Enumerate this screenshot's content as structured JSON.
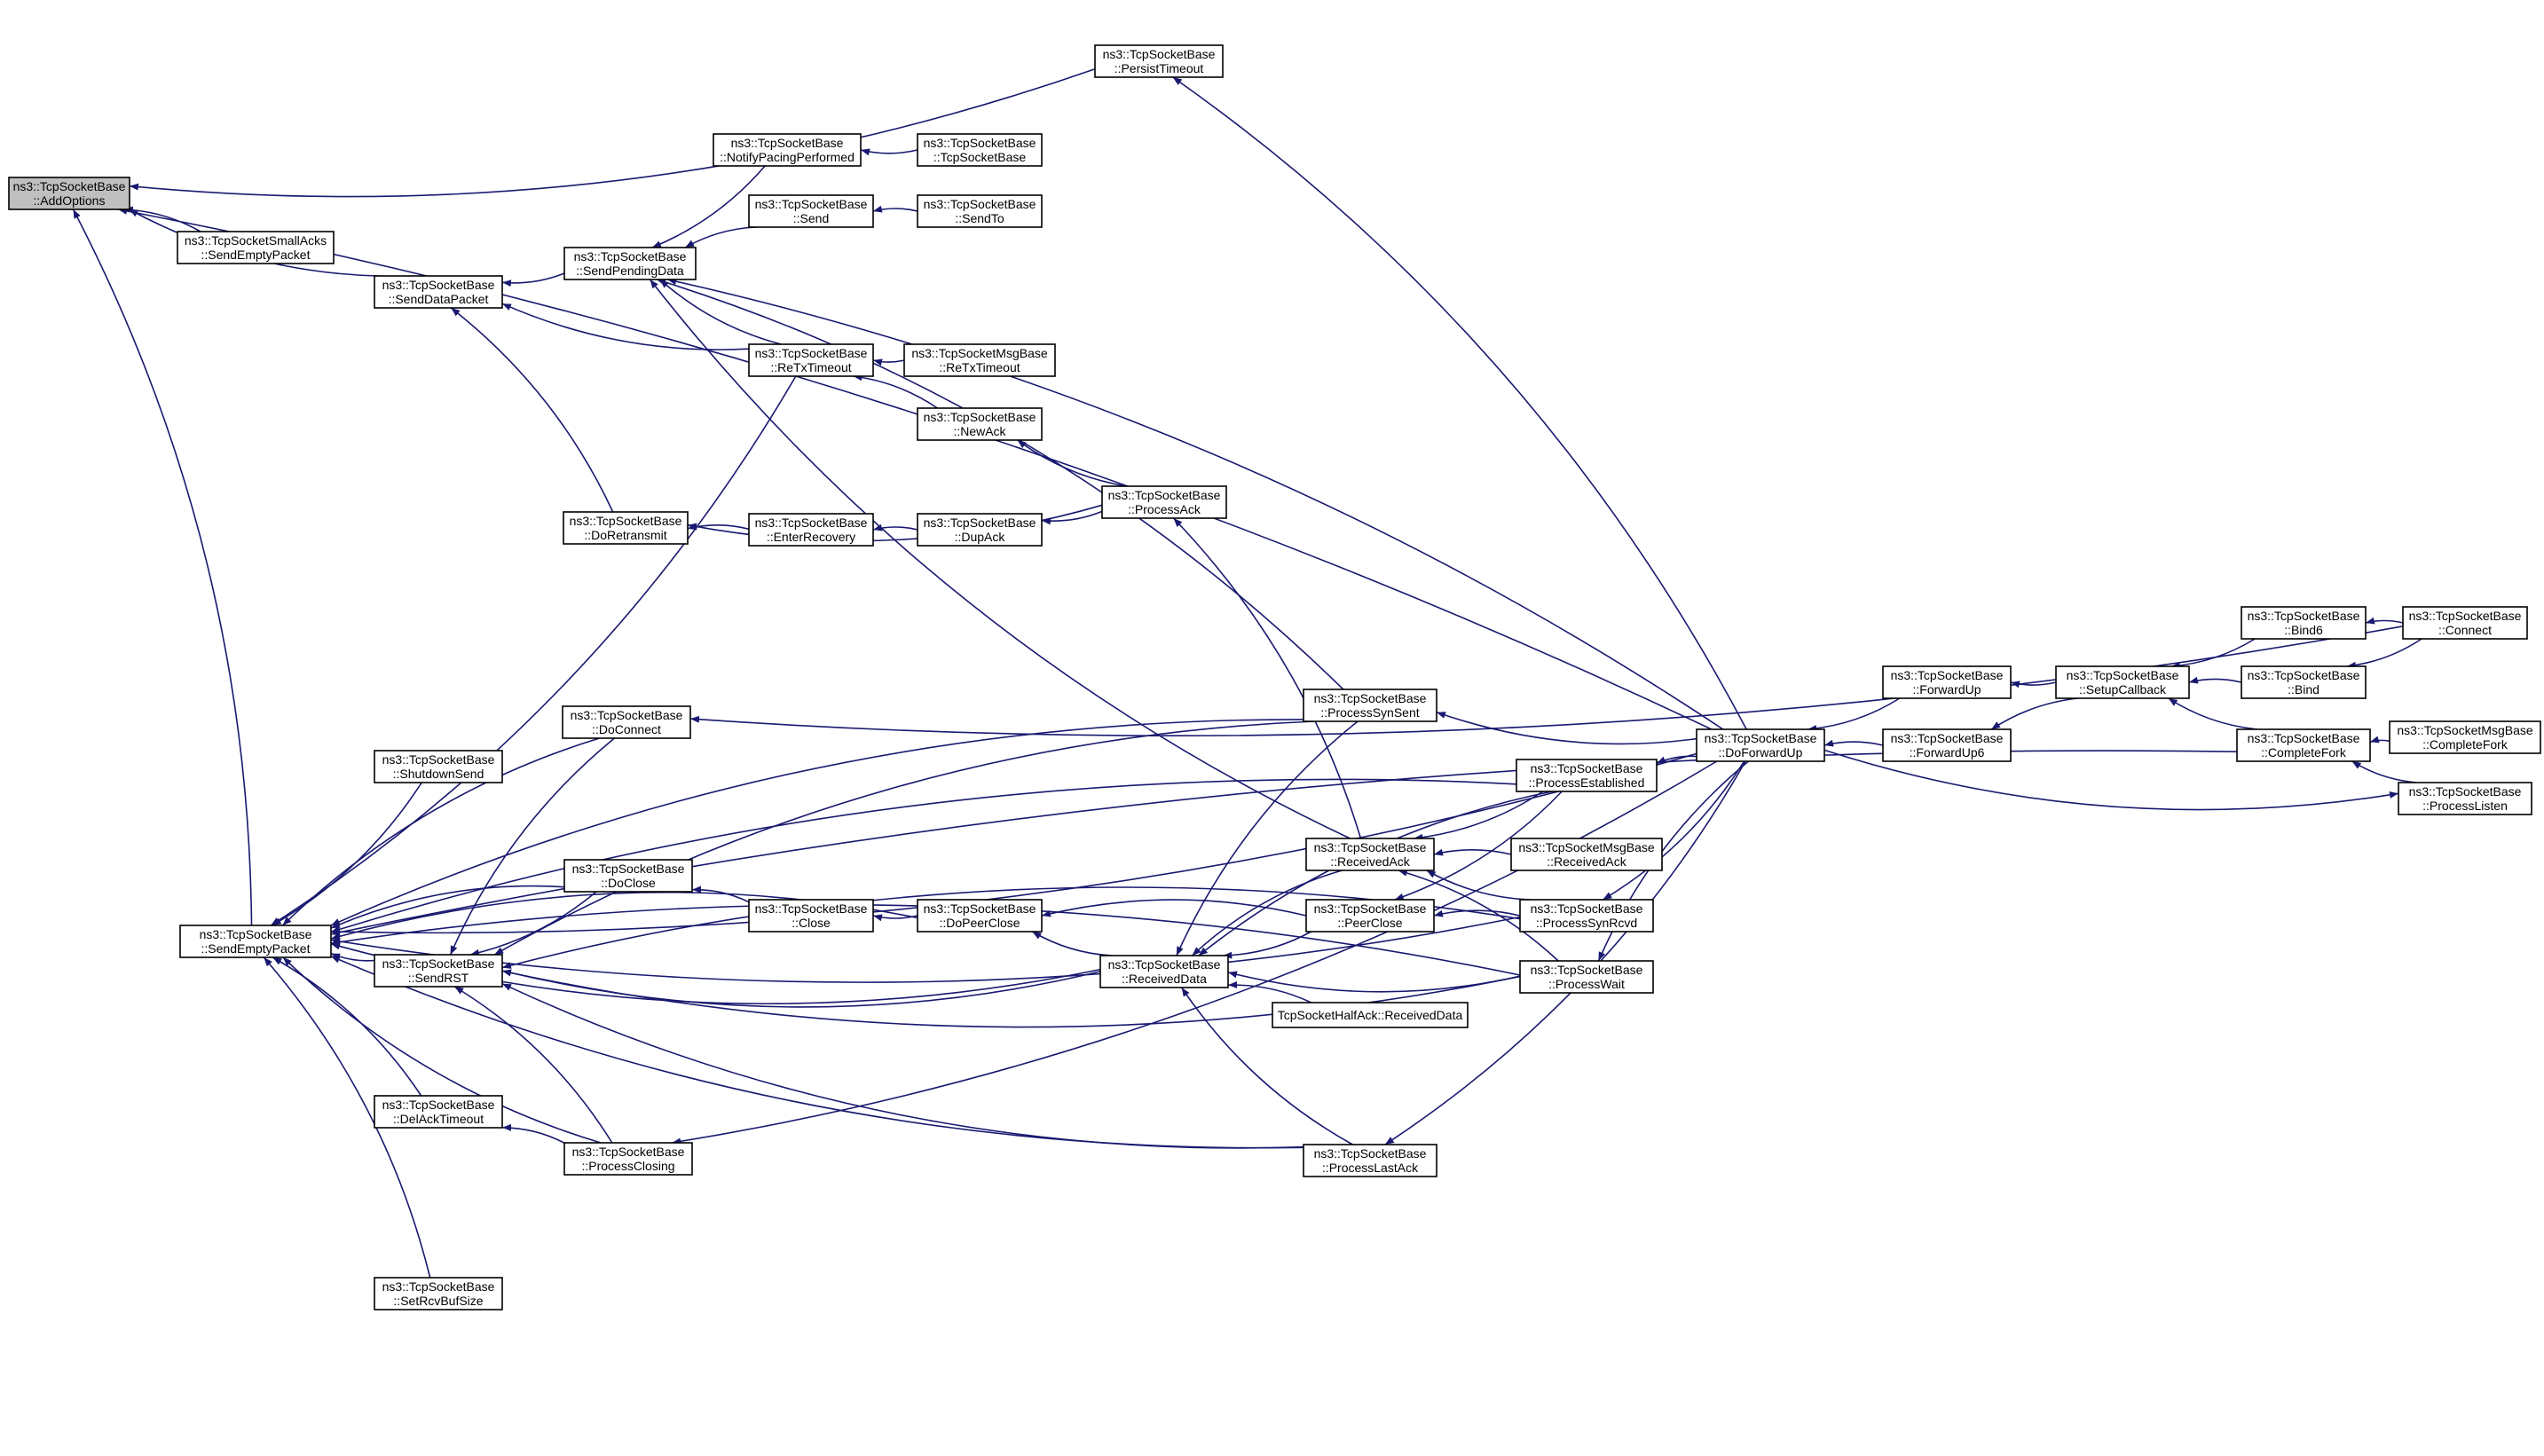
{
  "colors": {
    "edge": "#191970",
    "box_border": "#000000",
    "box_fill": "#ffffff",
    "root_fill": "#bfbfbf"
  },
  "nodes": [
    {
      "id": "AddOptions",
      "lines": [
        "ns3::TcpSocketBase",
        "::AddOptions"
      ],
      "root": true
    },
    {
      "id": "SmallAcksSendEmptyPacket",
      "lines": [
        "ns3::TcpSocketSmallAcks",
        "::SendEmptyPacket"
      ]
    },
    {
      "id": "SendDataPacket",
      "lines": [
        "ns3::TcpSocketBase",
        "::SendDataPacket"
      ]
    },
    {
      "id": "SendEmptyPacket",
      "lines": [
        "ns3::TcpSocketBase",
        "::SendEmptyPacket"
      ]
    },
    {
      "id": "SendPendingData",
      "lines": [
        "ns3::TcpSocketBase",
        "::SendPendingData"
      ]
    },
    {
      "id": "DoRetransmit",
      "lines": [
        "ns3::TcpSocketBase",
        "::DoRetransmit"
      ]
    },
    {
      "id": "DoConnect",
      "lines": [
        "ns3::TcpSocketBase",
        "::DoConnect"
      ]
    },
    {
      "id": "ShutdownSend",
      "lines": [
        "ns3::TcpSocketBase",
        "::ShutdownSend"
      ]
    },
    {
      "id": "DoClose",
      "lines": [
        "ns3::TcpSocketBase",
        "::DoClose"
      ]
    },
    {
      "id": "SendRST",
      "lines": [
        "ns3::TcpSocketBase",
        "::SendRST"
      ]
    },
    {
      "id": "DelAckTimeout",
      "lines": [
        "ns3::TcpSocketBase",
        "::DelAckTimeout"
      ]
    },
    {
      "id": "ProcessClosing",
      "lines": [
        "ns3::TcpSocketBase",
        "::ProcessClosing"
      ]
    },
    {
      "id": "SetRcvBufSize",
      "lines": [
        "ns3::TcpSocketBase",
        "::SetRcvBufSize"
      ]
    },
    {
      "id": "NotifyPacingPerformed",
      "lines": [
        "ns3::TcpSocketBase",
        "::NotifyPacingPerformed"
      ]
    },
    {
      "id": "Send",
      "lines": [
        "ns3::TcpSocketBase",
        "::Send"
      ]
    },
    {
      "id": "ReTxTimeout",
      "lines": [
        "ns3::TcpSocketBase",
        "::ReTxTimeout"
      ]
    },
    {
      "id": "EnterRecovery",
      "lines": [
        "ns3::TcpSocketBase",
        "::EnterRecovery"
      ]
    },
    {
      "id": "Close",
      "lines": [
        "ns3::TcpSocketBase",
        "::Close"
      ]
    },
    {
      "id": "TcpSocketBaseCtor",
      "lines": [
        "ns3::TcpSocketBase",
        "::TcpSocketBase"
      ]
    },
    {
      "id": "SendTo",
      "lines": [
        "ns3::TcpSocketBase",
        "::SendTo"
      ]
    },
    {
      "id": "MsgBaseReTxTimeout",
      "lines": [
        "ns3::TcpSocketMsgBase",
        "::ReTxTimeout"
      ]
    },
    {
      "id": "NewAck",
      "lines": [
        "ns3::TcpSocketBase",
        "::NewAck"
      ]
    },
    {
      "id": "DupAck",
      "lines": [
        "ns3::TcpSocketBase",
        "::DupAck"
      ]
    },
    {
      "id": "DoPeerClose",
      "lines": [
        "ns3::TcpSocketBase",
        "::DoPeerClose"
      ]
    },
    {
      "id": "PersistTimeout",
      "lines": [
        "ns3::TcpSocketBase",
        "::PersistTimeout"
      ]
    },
    {
      "id": "ProcessAck",
      "lines": [
        "ns3::TcpSocketBase",
        "::ProcessAck"
      ]
    },
    {
      "id": "ReceivedData",
      "lines": [
        "ns3::TcpSocketBase",
        "::ReceivedData"
      ]
    },
    {
      "id": "HalfAckReceivedData",
      "lines": [
        "TcpSocketHalfAck::ReceivedData"
      ]
    },
    {
      "id": "ProcessSynSent",
      "lines": [
        "ns3::TcpSocketBase",
        "::ProcessSynSent"
      ]
    },
    {
      "id": "ReceivedAck",
      "lines": [
        "ns3::TcpSocketBase",
        "::ReceivedAck"
      ]
    },
    {
      "id": "PeerClose",
      "lines": [
        "ns3::TcpSocketBase",
        "::PeerClose"
      ]
    },
    {
      "id": "ProcessLastAck",
      "lines": [
        "ns3::TcpSocketBase",
        "::ProcessLastAck"
      ]
    },
    {
      "id": "ProcessEstablished",
      "lines": [
        "ns3::TcpSocketBase",
        "::ProcessEstablished"
      ]
    },
    {
      "id": "MsgBaseReceivedAck",
      "lines": [
        "ns3::TcpSocketMsgBase",
        "::ReceivedAck"
      ]
    },
    {
      "id": "ProcessSynRcvd",
      "lines": [
        "ns3::TcpSocketBase",
        "::ProcessSynRcvd"
      ]
    },
    {
      "id": "ProcessWait",
      "lines": [
        "ns3::TcpSocketBase",
        "::ProcessWait"
      ]
    },
    {
      "id": "DoForwardUp",
      "lines": [
        "ns3::TcpSocketBase",
        "::DoForwardUp"
      ]
    },
    {
      "id": "ForwardUp",
      "lines": [
        "ns3::TcpSocketBase",
        "::ForwardUp"
      ]
    },
    {
      "id": "ForwardUp6",
      "lines": [
        "ns3::TcpSocketBase",
        "::ForwardUp6"
      ]
    },
    {
      "id": "SetupCallback",
      "lines": [
        "ns3::TcpSocketBase",
        "::SetupCallback"
      ]
    },
    {
      "id": "Bind6",
      "lines": [
        "ns3::TcpSocketBase",
        "::Bind6"
      ]
    },
    {
      "id": "Bind",
      "lines": [
        "ns3::TcpSocketBase",
        "::Bind"
      ]
    },
    {
      "id": "CompleteFork",
      "lines": [
        "ns3::TcpSocketBase",
        "::CompleteFork"
      ]
    },
    {
      "id": "Connect",
      "lines": [
        "ns3::TcpSocketBase",
        "::Connect"
      ]
    },
    {
      "id": "MsgBaseCompleteFork",
      "lines": [
        "ns3::TcpSocketMsgBase",
        "::CompleteFork"
      ]
    },
    {
      "id": "ProcessListen",
      "lines": [
        "ns3::TcpSocketBase",
        "::ProcessListen"
      ]
    }
  ],
  "edges": [
    [
      "SmallAcksSendEmptyPacket",
      "AddOptions"
    ],
    [
      "SendDataPacket",
      "AddOptions"
    ],
    [
      "SendEmptyPacket",
      "AddOptions"
    ],
    [
      "PersistTimeout",
      "AddOptions"
    ],
    [
      "DoForwardUp",
      "AddOptions"
    ],
    [
      "SendPendingData",
      "SendDataPacket"
    ],
    [
      "DoRetransmit",
      "SendDataPacket"
    ],
    [
      "ReTxTimeout",
      "SendDataPacket"
    ],
    [
      "DoConnect",
      "SendEmptyPacket"
    ],
    [
      "ShutdownSend",
      "SendEmptyPacket"
    ],
    [
      "DoClose",
      "SendEmptyPacket"
    ],
    [
      "SendRST",
      "SendEmptyPacket"
    ],
    [
      "DelAckTimeout",
      "SendEmptyPacket"
    ],
    [
      "ProcessClosing",
      "SendEmptyPacket"
    ],
    [
      "SetRcvBufSize",
      "SendEmptyPacket"
    ],
    [
      "ReTxTimeout",
      "SendEmptyPacket"
    ],
    [
      "DoPeerClose",
      "SendEmptyPacket"
    ],
    [
      "ReceivedData",
      "SendEmptyPacket"
    ],
    [
      "ProcessSynSent",
      "SendEmptyPacket"
    ],
    [
      "ProcessLastAck",
      "SendEmptyPacket"
    ],
    [
      "ProcessEstablished",
      "SendEmptyPacket"
    ],
    [
      "ProcessSynRcvd",
      "SendEmptyPacket"
    ],
    [
      "ProcessWait",
      "SendEmptyPacket"
    ],
    [
      "DoForwardUp",
      "SendEmptyPacket"
    ],
    [
      "CompleteFork",
      "SendEmptyPacket"
    ],
    [
      "NotifyPacingPerformed",
      "SendPendingData"
    ],
    [
      "Send",
      "SendPendingData"
    ],
    [
      "ReTxTimeout",
      "SendPendingData"
    ],
    [
      "ProcessSynSent",
      "SendPendingData"
    ],
    [
      "ReceivedAck",
      "SendPendingData"
    ],
    [
      "DoForwardUp",
      "SendPendingData"
    ],
    [
      "TcpSocketBaseCtor",
      "NotifyPacingPerformed"
    ],
    [
      "SendTo",
      "Send"
    ],
    [
      "MsgBaseReTxTimeout",
      "ReTxTimeout"
    ],
    [
      "NewAck",
      "ReTxTimeout"
    ],
    [
      "ProcessAck",
      "NewAck"
    ],
    [
      "EnterRecovery",
      "DoRetransmit"
    ],
    [
      "ProcessAck",
      "DoRetransmit"
    ],
    [
      "DupAck",
      "EnterRecovery"
    ],
    [
      "ProcessAck",
      "DupAck"
    ],
    [
      "ReceivedAck",
      "ProcessAck"
    ],
    [
      "Connect",
      "DoConnect"
    ],
    [
      "Close",
      "DoClose"
    ],
    [
      "DoPeerClose",
      "Close"
    ],
    [
      "PeerClose",
      "DoPeerClose"
    ],
    [
      "ReceivedData",
      "DoPeerClose"
    ],
    [
      "DoConnect",
      "SendRST"
    ],
    [
      "DoClose",
      "SendRST"
    ],
    [
      "ProcessClosing",
      "SendRST"
    ],
    [
      "ReceivedData",
      "SendRST"
    ],
    [
      "ProcessSynSent",
      "SendRST"
    ],
    [
      "ProcessLastAck",
      "SendRST"
    ],
    [
      "ProcessSynRcvd",
      "SendRST"
    ],
    [
      "ProcessWait",
      "SendRST"
    ],
    [
      "ProcessClosing",
      "DelAckTimeout"
    ],
    [
      "DoForwardUp",
      "ProcessClosing"
    ],
    [
      "HalfAckReceivedData",
      "ReceivedData"
    ],
    [
      "ProcessLastAck",
      "ReceivedData"
    ],
    [
      "ProcessEstablished",
      "ReceivedData"
    ],
    [
      "ProcessWait",
      "ReceivedData"
    ],
    [
      "ProcessSynSent",
      "ReceivedData"
    ],
    [
      "PeerClose",
      "ReceivedData"
    ],
    [
      "ReceivedAck",
      "ReceivedData"
    ],
    [
      "ProcessEstablished",
      "ReceivedAck"
    ],
    [
      "MsgBaseReceivedAck",
      "ReceivedAck"
    ],
    [
      "ProcessSynRcvd",
      "ReceivedAck"
    ],
    [
      "ProcessWait",
      "ReceivedAck"
    ],
    [
      "ProcessEstablished",
      "PeerClose"
    ],
    [
      "ProcessSynRcvd",
      "PeerClose"
    ],
    [
      "DoForwardUp",
      "ProcessSynSent"
    ],
    [
      "DoForwardUp",
      "ProcessEstablished"
    ],
    [
      "DoForwardUp",
      "ProcessSynRcvd"
    ],
    [
      "DoForwardUp",
      "ProcessWait"
    ],
    [
      "DoForwardUp",
      "ProcessLastAck"
    ],
    [
      "DoForwardUp",
      "PersistTimeout"
    ],
    [
      "ForwardUp",
      "DoForwardUp"
    ],
    [
      "ForwardUp6",
      "DoForwardUp"
    ],
    [
      "SetupCallback",
      "ForwardUp"
    ],
    [
      "SetupCallback",
      "ForwardUp6"
    ],
    [
      "Bind6",
      "SetupCallback"
    ],
    [
      "Bind",
      "SetupCallback"
    ],
    [
      "CompleteFork",
      "SetupCallback"
    ],
    [
      "Connect",
      "Bind6"
    ],
    [
      "Connect",
      "Bind"
    ],
    [
      "MsgBaseCompleteFork",
      "CompleteFork"
    ],
    [
      "ProcessListen",
      "CompleteFork"
    ],
    [
      "DoForwardUp",
      "ProcessListen"
    ]
  ]
}
